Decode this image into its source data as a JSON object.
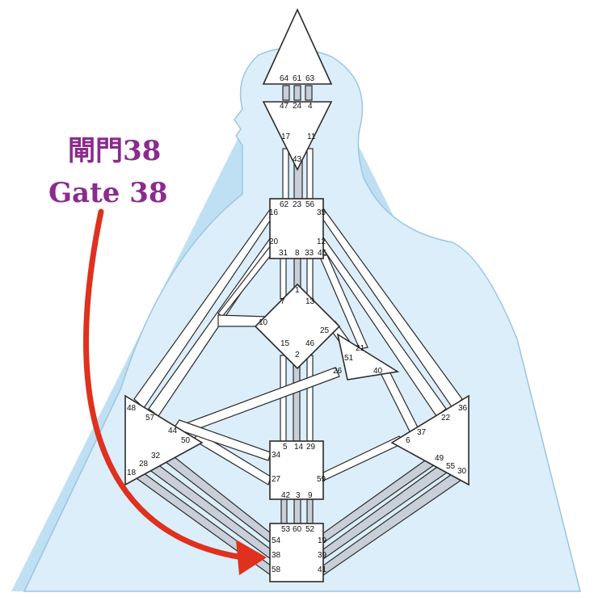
{
  "callout": {
    "chinese": "閘門38",
    "english": "Gate 38",
    "text_color": "#8b2a8f",
    "arrow_color": "#e0301e"
  },
  "colors": {
    "triangle": "#bfe0f3",
    "silhouette": "#dbeef9",
    "outline": "#2b2b2b",
    "fill": "#ffffff",
    "channel": "#c9cfd8"
  },
  "gates": {
    "g64": "64",
    "g61": "61",
    "g63": "63",
    "g47": "47",
    "g24": "24",
    "g4": "4",
    "g17": "17",
    "g11": "11",
    "g43": "43",
    "g62": "62",
    "g23": "23",
    "g56": "56",
    "g16": "16",
    "g35": "35",
    "g20": "20",
    "g12": "12",
    "g31": "31",
    "g8": "8",
    "g33": "33",
    "g45": "45",
    "g1": "1",
    "g7": "7",
    "g13": "13",
    "g10": "10",
    "g25": "25",
    "g15": "15",
    "g46": "46",
    "g2": "2",
    "g21": "21",
    "g51": "51",
    "g26": "26",
    "g40": "40",
    "g48": "48",
    "g57": "57",
    "g44": "44",
    "g50": "50",
    "g36": "36",
    "g22": "22",
    "g37": "37",
    "g6": "6",
    "g5": "5",
    "g14": "14",
    "g29": "29",
    "g34": "34",
    "g27": "27",
    "g59": "59",
    "g42": "42",
    "g3": "3",
    "g9": "9",
    "g32": "32",
    "g28": "28",
    "g18": "18",
    "g49": "49",
    "g55": "55",
    "g30": "30",
    "g53": "53",
    "g60": "60",
    "g52": "52",
    "g54": "54",
    "g38": "38",
    "g58": "58",
    "g19": "19",
    "g39": "39",
    "g41": "41"
  }
}
